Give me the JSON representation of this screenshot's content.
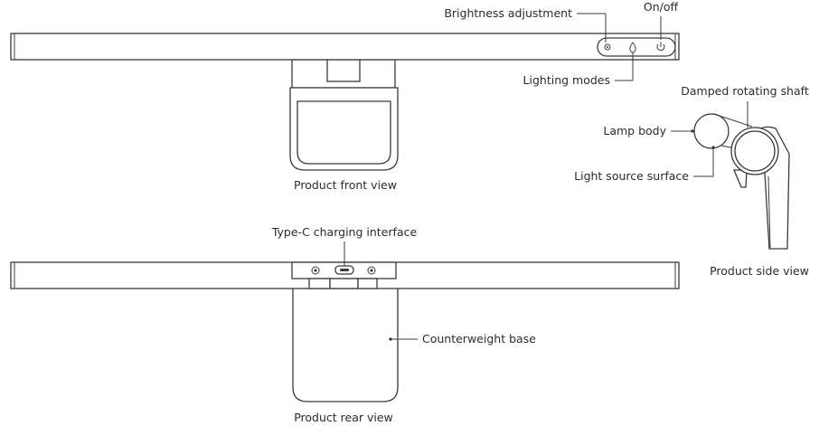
{
  "labels": {
    "brightness": "Brightness adjustment",
    "onoff": "On/off",
    "lighting_modes": "Lighting modes",
    "damped_shaft": "Damped rotating shaft",
    "lamp_body": "Lamp body",
    "light_source": "Light source surface",
    "front_view": "Product front view",
    "side_view": "Product side view",
    "typec": "Type-C charging interface",
    "counterweight": "Counterweight base",
    "rear_view": "Product rear view"
  }
}
